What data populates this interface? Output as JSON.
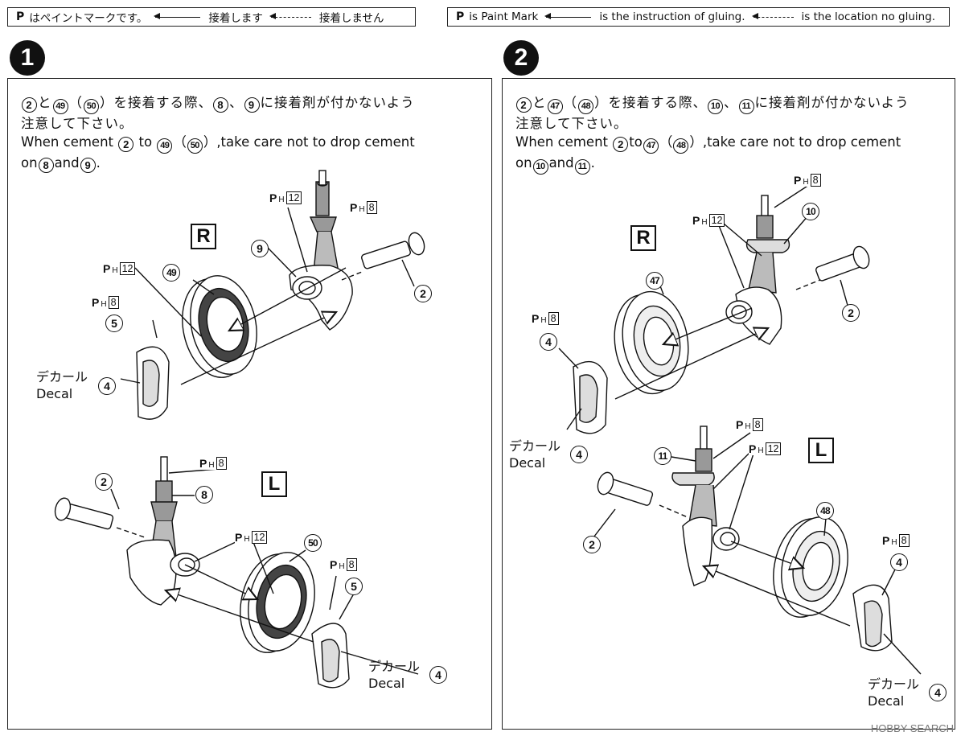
{
  "legend_jp": {
    "paint_mark_text": "はペイントマークです。",
    "glue_text": "接着します",
    "no_glue_text": "接着しません"
  },
  "legend_en": {
    "paint_mark_text": "is Paint Mark",
    "glue_text": "is the instruction of gluing.",
    "no_glue_text": "is the location no gluing."
  },
  "paint_mark": "P",
  "paint_sub": "H",
  "step1": {
    "number": "1",
    "jp_line1": {
      "a": "2",
      "to": "と",
      "b": "49",
      "c": "50",
      "rest": "を接着する際、",
      "d": "8",
      "e": "9",
      "tail": "に接着剤が付かないよう"
    },
    "jp_line2": "注意して下さい。",
    "en_line1": {
      "pre": "When cement ",
      "a": "2",
      "to": " to ",
      "b": "49",
      "c": "50",
      "rest": ",take care not to drop cement"
    },
    "en_line2": {
      "pre": "on",
      "d": "8",
      "and": "and",
      "e": "9",
      "post": "."
    },
    "side_r": "R",
    "side_l": "L",
    "parts": {
      "n9": "9",
      "n2a": "2",
      "n49": "49",
      "n5a": "5",
      "n4a": "4",
      "n2b": "2",
      "n8": "8",
      "n50": "50",
      "n5b": "5",
      "n4b": "4"
    },
    "paints": {
      "p12a": "12",
      "p8a": "8",
      "p12b": "12",
      "p8b": "8",
      "p8c": "8",
      "p12c": "12",
      "p8d": "8"
    },
    "decal_jp": "デカール",
    "decal_en": "Decal"
  },
  "step2": {
    "number": "2",
    "jp_line1": {
      "a": "2",
      "to": "と",
      "b": "47",
      "c": "48",
      "rest": "を接着する際、",
      "d": "10",
      "e": "11",
      "tail": "に接着剤が付かないよう"
    },
    "jp_line2": "注意して下さい。",
    "en_line1": {
      "pre": "When cement ",
      "a": "2",
      "to": "to",
      "b": "47",
      "c": "48",
      "rest": ",take care not to drop cement"
    },
    "en_line2": {
      "pre": "on",
      "d": "10",
      "and": "and",
      "e": "11",
      "post": "."
    },
    "side_r": "R",
    "side_l": "L",
    "parts": {
      "n10": "10",
      "n47": "47",
      "n2a": "2",
      "n4a": "4",
      "n4b": "4",
      "n11": "11",
      "n2b": "2",
      "n48": "48",
      "n4c": "4",
      "n4d": "4"
    },
    "paints": {
      "p8a": "8",
      "p12a": "12",
      "p8b": "8",
      "p8c": "8",
      "p12b": "12",
      "p8d": "8"
    },
    "decal_jp": "デカール",
    "decal_en": "Decal"
  },
  "watermark": "HOBBY SEARCH"
}
